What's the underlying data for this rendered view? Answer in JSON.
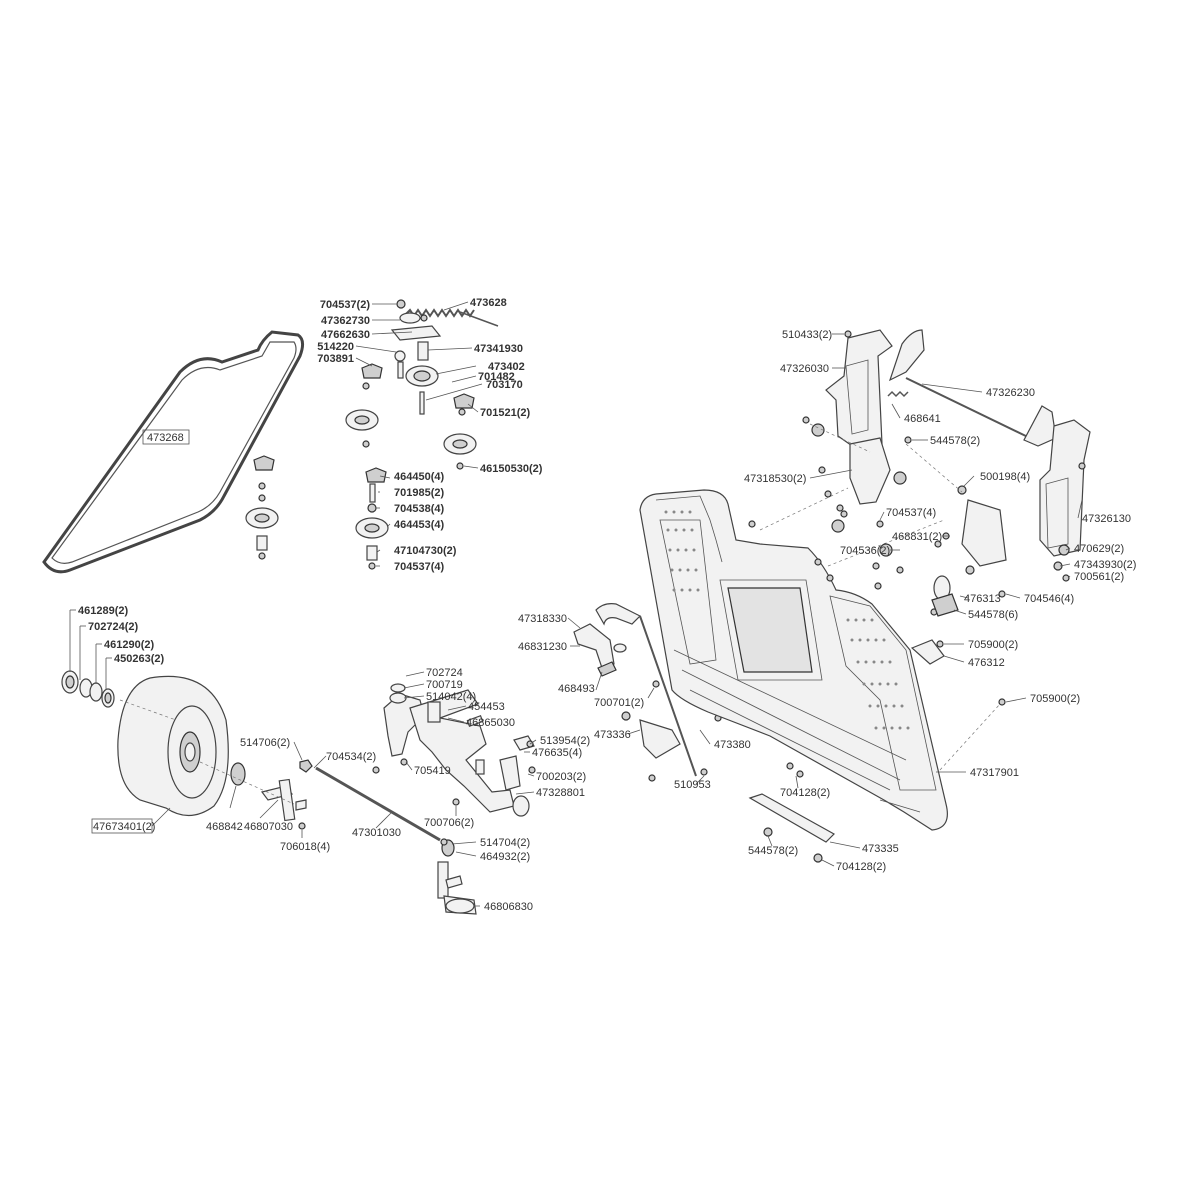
{
  "callouts": {
    "c473268": "473268",
    "c704537_2": "704537(2)",
    "c47362730": "47362730",
    "c47662630": "47662630",
    "c514220": "514220",
    "c703891": "703891",
    "c473628": "473628",
    "c47341930": "47341930",
    "c473402": "473402",
    "c701482": "701482",
    "c703170": "703170",
    "c701521_2": "701521(2)",
    "c46150530_2": "46150530(2)",
    "c464450_4": "464450(4)",
    "c701985_2": "701985(2)",
    "c704538_4": "704538(4)",
    "c464453_4": "464453(4)",
    "c47104730_2": "47104730(2)",
    "c704537_4a": "704537(4)",
    "c461289_2": "461289(2)",
    "c702724_2": "702724(2)",
    "c461290_2": "461290(2)",
    "c450263_2": "450263(2)",
    "c47673401_2": "47673401(2)",
    "c468842": "468842",
    "c46807030": "46807030",
    "c706018_4": "706018(4)",
    "c514706_2": "514706(2)",
    "c704534_2": "704534(2)",
    "c47301030": "47301030",
    "c702724": "702724",
    "c700719": "700719",
    "c514042_4": "514042(4)",
    "c454453": "454453",
    "c46865030": "46865030",
    "c513954_2": "513954(2)",
    "c476635_4": "476635(4)",
    "c705419": "705419",
    "c700203_2": "700203(2)",
    "c47328801": "47328801",
    "c700706_2": "700706(2)",
    "c514704_2": "514704(2)",
    "c464932_2": "464932(2)",
    "c46806830": "46806830",
    "c47318330": "47318330",
    "c46831230": "46831230",
    "c468493": "468493",
    "c700701_2": "700701(2)",
    "c473336": "473336",
    "c473380": "473380",
    "c510953": "510953",
    "c704128_2a": "704128(2)",
    "c544578_2a": "544578(2)",
    "c473335": "473335",
    "c704128_2b": "704128(2)",
    "c47317901": "47317901",
    "c510433_2": "510433(2)",
    "c47326030": "47326030",
    "c47326230": "47326230",
    "c468641": "468641",
    "c544578_2b": "544578(2)",
    "c47318530_2": "47318530(2)",
    "c500198_4": "500198(4)",
    "c704537_4b": "704537(4)",
    "c47326130": "47326130",
    "c468831_2": "468831(2)",
    "c704536_2": "704536(2)",
    "c470629_2": "470629(2)",
    "c47343930_2": "47343930(2)",
    "c700561_2": "700561(2)",
    "c476313": "476313",
    "c704546_4": "704546(4)",
    "c544578_6": "544578(6)",
    "c705900_2a": "705900(2)",
    "c476312": "476312",
    "c705900_2b": "705900(2)"
  }
}
